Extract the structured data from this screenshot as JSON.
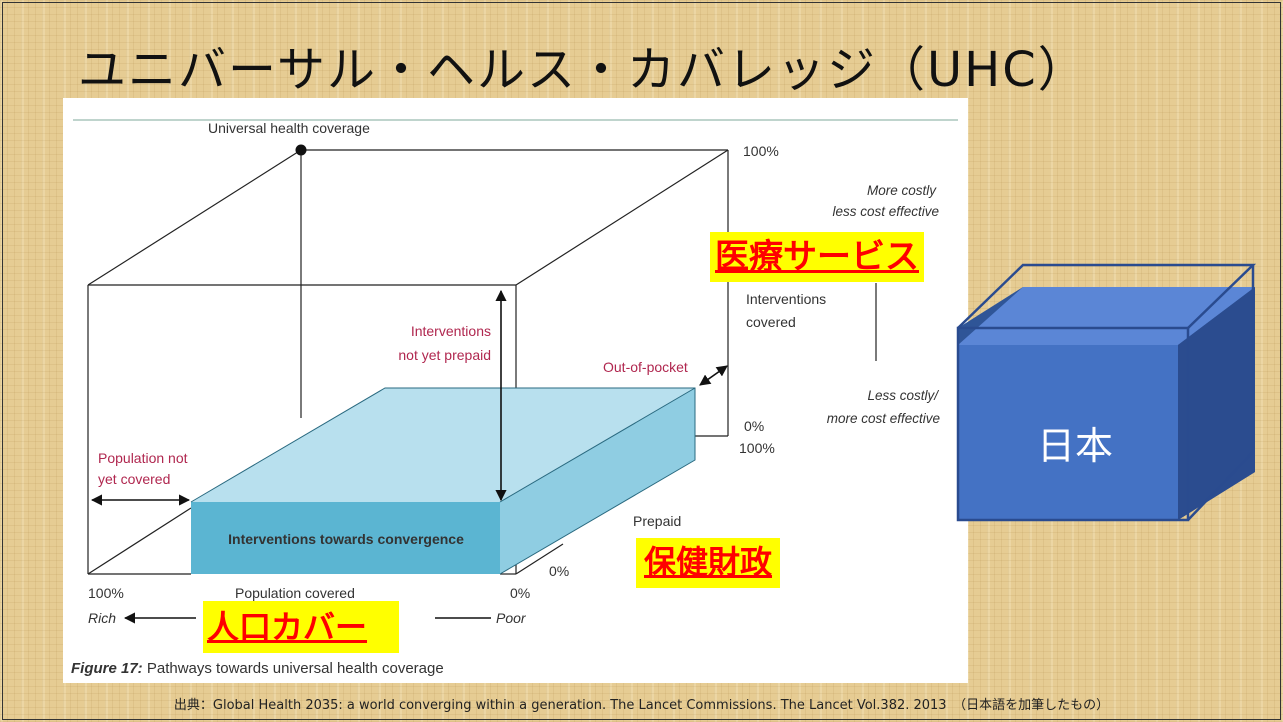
{
  "slide": {
    "title": "ユニバーサル・ヘルス・カバレッジ（UHC）",
    "source": "出典：Global Health 2035: a world converging within a generation. The Lancet  Commissions. The Lancet Vol.382. 2013　（日本語を加筆したもの）"
  },
  "figure": {
    "top_label": "Universal health coverage",
    "right_top_pct": "100%",
    "more_costly_1": "More costly",
    "more_costly_2": "less cost effective",
    "interventions_1": "Interventions",
    "interventions_2": "covered",
    "less_costly_1": "Less costly/",
    "less_costly_2": "more cost effective",
    "int_not_prepaid_1": "Interventions",
    "int_not_prepaid_2": "not yet prepaid",
    "out_of_pocket": "Out-of-pocket",
    "right_zero_pct": "0%",
    "right_hundred_pct": "100%",
    "pop_not_covered_1": "Population not",
    "pop_not_covered_2": "yet covered",
    "prepaid": "Prepaid",
    "block_label": "Interventions towards convergence",
    "depth_zero_pct": "0%",
    "bottom_left_pct": "100%",
    "population_covered": "Population covered",
    "bottom_right_pct": "0%",
    "rich": "Rich",
    "poor": "Poor",
    "caption_prefix": "Figure 17:",
    "caption_text": " Pathways towards universal health coverage"
  },
  "overlays": {
    "medical_services": "医療サービス",
    "health_finance": "保健財政",
    "population_cover": "人口カバー",
    "japan": "日本"
  },
  "colors": {
    "highlight_bg": "#ffff00",
    "highlight_text": "#ff0000",
    "japan_cube": "#4472c4",
    "block_front": "#5bb5d2",
    "block_top": "#b8e0ee",
    "block_side": "#8fcde2",
    "label_red": "#b0274f"
  }
}
